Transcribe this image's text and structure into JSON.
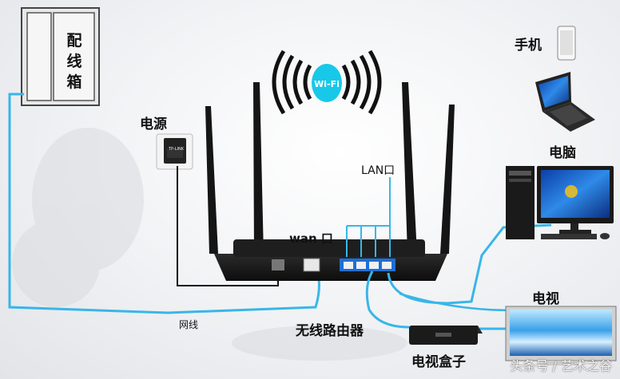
{
  "labels": {
    "distribution_box": "配线箱",
    "power": "电源",
    "phone": "手机",
    "computer": "电脑",
    "lan_port": "LAN口",
    "wan_port": "wan 口",
    "tv": "电视",
    "network_cable": "网线",
    "wireless_router": "无线路由器",
    "tv_box": "电视盒子",
    "wifi_logo": "Wi-Fi",
    "adapter_brand": "TP-LINK"
  },
  "watermark": "头条号 / 艺术之谷",
  "colors": {
    "cable": "#38b6e8",
    "power_cord": "#111111",
    "router": "#1a1a1a",
    "lan_ports": "#1e6fd6",
    "wifi_badge": "#18c8e8"
  },
  "icons": [
    "wifi-icon",
    "phone-icon",
    "laptop-icon",
    "desktop-computer-icon",
    "tv-icon",
    "tv-box-icon",
    "power-socket-icon",
    "router-icon",
    "distribution-box-icon"
  ]
}
